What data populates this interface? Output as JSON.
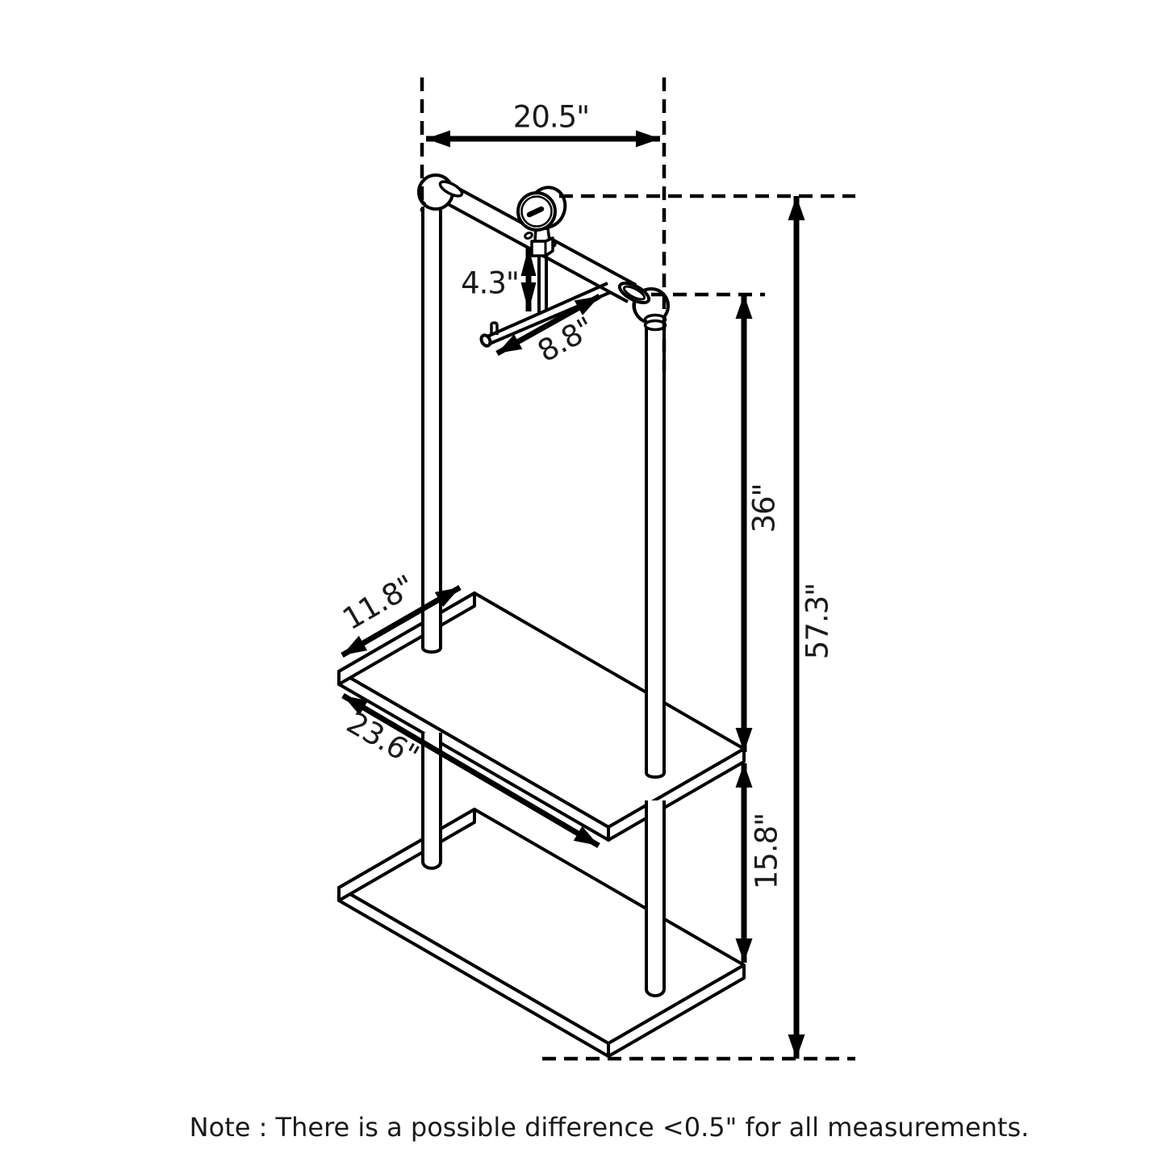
{
  "diagram": {
    "title": "clothes-rack-dimension-diagram",
    "dim_labels": {
      "top_width": "20.5\"",
      "clock_drop": "4.3\"",
      "hanger_depth": "8.8\"",
      "bar_height": "36\"",
      "total_height": "57.3\"",
      "shelf_depth": "11.8\"",
      "shelf_width": "23.6\"",
      "shelf_spacing": "15.8\""
    },
    "note": "Note : There is a possible difference <0.5\" for all measurements.",
    "colors": {
      "line": "#000000",
      "text": "#1a1a1a",
      "background": "#ffffff"
    }
  }
}
